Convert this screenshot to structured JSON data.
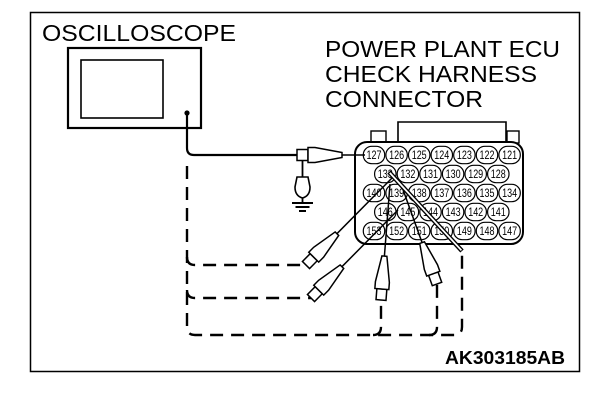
{
  "oscilloscope": {
    "label": "OSCILLOSCOPE"
  },
  "connector": {
    "label_lines": [
      "POWER PLANT ECU",
      "CHECK HARNESS",
      "CONNECTOR"
    ],
    "pin_rows": [
      [
        "127",
        "126",
        "125",
        "124",
        "123",
        "122",
        "121"
      ],
      [
        "133",
        "132",
        "131",
        "130",
        "129",
        "128"
      ],
      [
        "140",
        "139",
        "138",
        "137",
        "136",
        "135",
        "134"
      ],
      [
        "146",
        "145",
        "144",
        "143",
        "142",
        "141"
      ],
      [
        "153",
        "152",
        "151",
        "150",
        "149",
        "148",
        "147"
      ]
    ]
  },
  "figure_code": "AK303185AB",
  "icons": {
    "instrument": "oscilloscope-icon",
    "probe": "test-probe-icon",
    "ground": "ground-icon"
  },
  "colors": {
    "ink": "#000000",
    "paper": "#ffffff"
  }
}
